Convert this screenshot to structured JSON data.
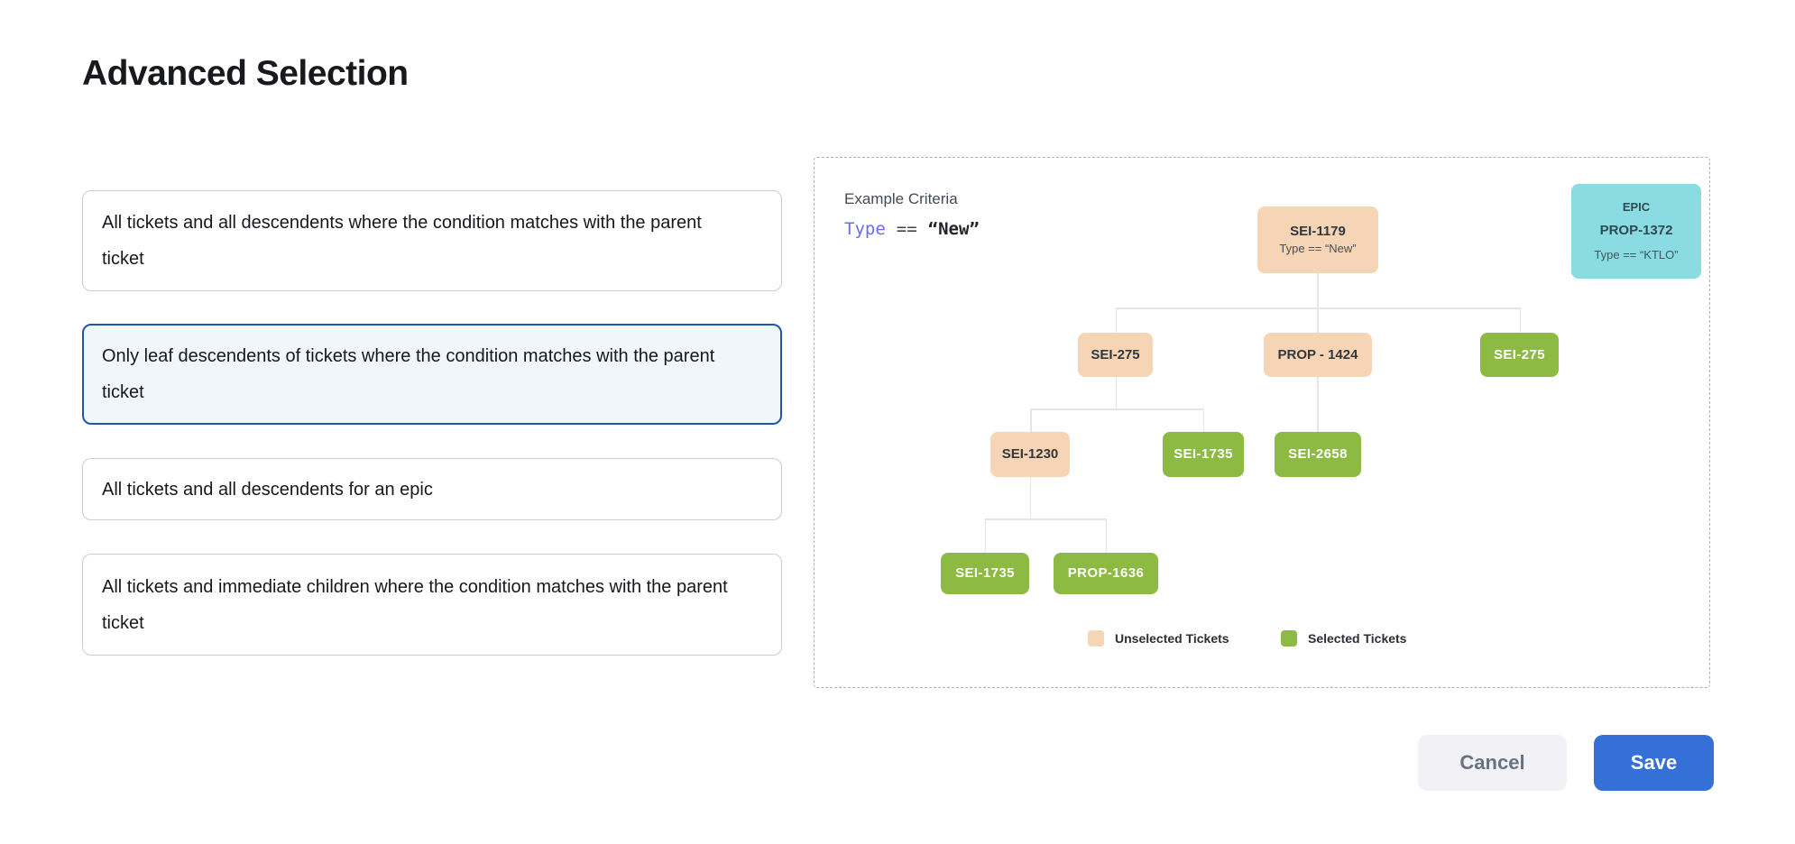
{
  "title": "Advanced Selection",
  "options": [
    {
      "label": "All tickets and all descendents where the condition matches with the parent ticket"
    },
    {
      "label": "Only leaf descendents of tickets where the condition matches with the parent ticket"
    },
    {
      "label": "All tickets and all descendents for an epic"
    },
    {
      "label": "All tickets and immediate children where the condition matches with the parent ticket"
    }
  ],
  "selected_option_index": 1,
  "example_panel": {
    "heading": "Example Criteria",
    "criteria": {
      "field": "Type",
      "operator": "==",
      "value": "“New”"
    },
    "epic_card": {
      "type_label": "EPIC",
      "id": "PROP-1372",
      "criteria": "Type == “KTLO”"
    },
    "tree": {
      "root": {
        "id": "SEI-1179",
        "criteria": "Type == “New”",
        "state": "unselected"
      },
      "level2": [
        {
          "id": "SEI-275",
          "state": "unselected"
        },
        {
          "id": "PROP - 1424",
          "state": "unselected"
        },
        {
          "id": "SEI-275",
          "state": "selected"
        }
      ],
      "level3": [
        {
          "id": "SEI-1230",
          "state": "unselected"
        },
        {
          "id": "SEI-1735",
          "state": "selected"
        },
        {
          "id": "SEI-2658",
          "state": "selected"
        }
      ],
      "level4": [
        {
          "id": "SEI-1735",
          "state": "selected"
        },
        {
          "id": "PROP-1636",
          "state": "selected"
        }
      ]
    },
    "legend": [
      {
        "label": "Unselected Tickets",
        "color": "#F5D5B5"
      },
      {
        "label": "Selected Tickets",
        "color": "#8CBA42"
      }
    ]
  },
  "actions": {
    "cancel_label": "Cancel",
    "save_label": "Save"
  },
  "colors": {
    "unselected_node": "#F5D5B5",
    "selected_node": "#8CBA42",
    "epic_node": "#8ADBE2",
    "accent_blue": "#3470D8",
    "selected_card_border": "#2456A8",
    "selected_card_bg": "#F0F7FB",
    "criteria_field": "#6A6CF0"
  }
}
